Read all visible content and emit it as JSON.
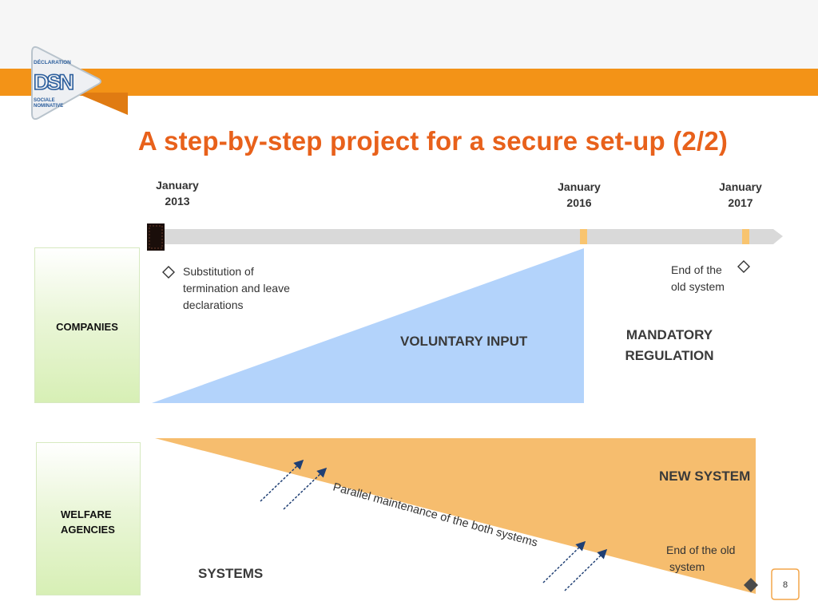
{
  "logo": {
    "top_text": "DÉCLARATION",
    "mark": "DSN",
    "bottom_text_1": "SOCIALE",
    "bottom_text_2": "NOMINATIVE"
  },
  "title": "A step-by-step project for a secure set-up (2/2)",
  "timeline": {
    "dates": [
      {
        "month": "January",
        "year": "2013"
      },
      {
        "month": "January",
        "year": "2016"
      },
      {
        "month": "January",
        "year": "2017"
      }
    ]
  },
  "companies": {
    "label": "COMPANIES",
    "milestone_text": [
      "Substitution of",
      "termination and leave",
      "declarations"
    ],
    "voluntary_label": "VOLUNTARY INPUT",
    "mandatory_label": [
      "MANDATORY",
      "REGULATION"
    ],
    "end_old_system": [
      "End of the",
      "old system"
    ]
  },
  "welfare": {
    "label": [
      "WELFARE",
      "AGENCIES"
    ],
    "new_system_label": "NEW SYSTEM",
    "parallel_label": "Parallel maintenance  of the both systems",
    "systems_label": "SYSTEMS",
    "end_old_system": [
      "End of the old",
      "system"
    ]
  },
  "page_number": "8",
  "colors": {
    "orange": "#f39317",
    "title": "#e8611b",
    "blue_triangle": "#b3d3fb",
    "orange_shape": "#f6bd6e",
    "timeline_bar": "#d9d9d9",
    "timeline_marker": "#f8c46f"
  }
}
